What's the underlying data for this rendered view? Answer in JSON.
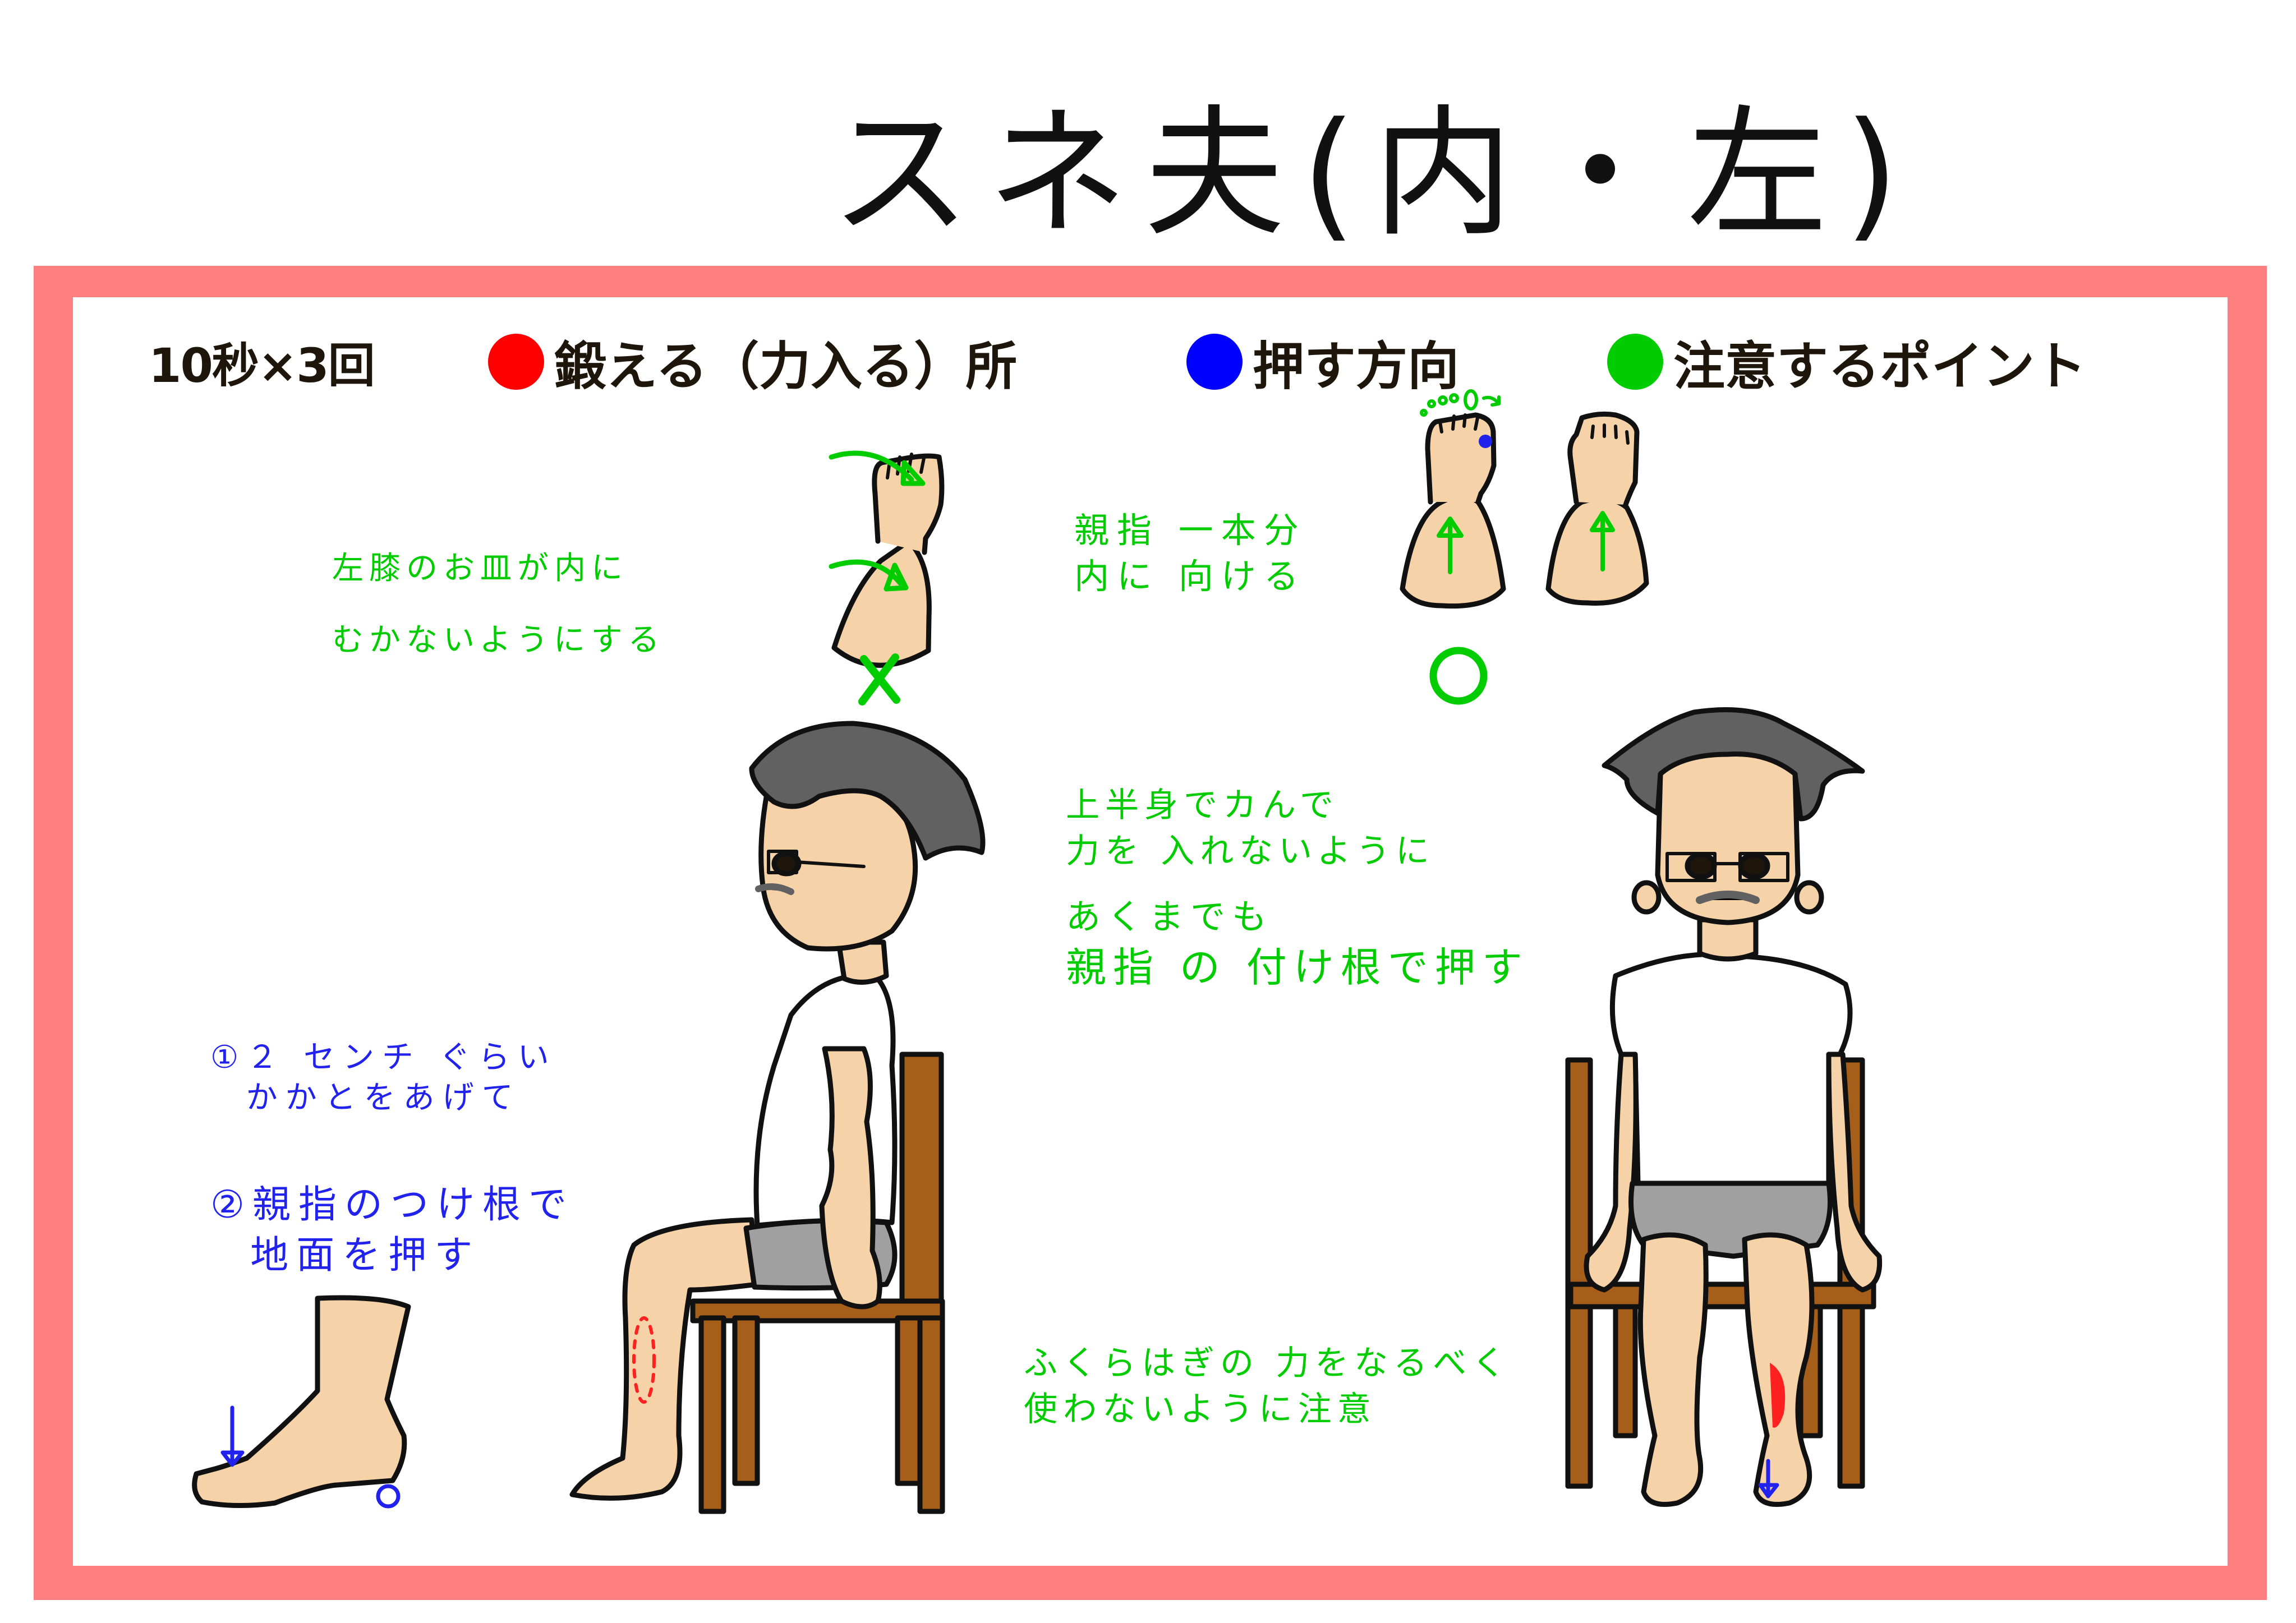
{
  "title": "スネ夫(内・左)",
  "legend": {
    "reps": "10秒×3回",
    "items": [
      {
        "label": "鍛える（力入る）所",
        "color": "#ff0000",
        "icon": "red-dot-icon"
      },
      {
        "label": "押す方向",
        "color": "#0000ff",
        "icon": "blue-dot-icon"
      },
      {
        "label": "注意するポイント",
        "color": "#00cc00",
        "icon": "green-dot-icon"
      }
    ]
  },
  "notes": {
    "knee": {
      "lines": [
        "左膝のお皿が内に",
        "むかないようにする"
      ],
      "color": "#00cc00",
      "mark": "✕"
    },
    "thumb_direction": {
      "lines": [
        "親指 一本分",
        "内に 向ける"
      ],
      "color": "#00cc00",
      "mark": "○"
    },
    "upper_body": {
      "lines": [
        "上半身でカんで",
        "力を 入れないように"
      ],
      "color": "#00cc00"
    },
    "thumb_base": {
      "lines": [
        "あくまでも",
        "親指 の 付け根で押す"
      ],
      "color": "#00cc00"
    },
    "calf": {
      "lines": [
        "ふくらはぎの 力をなるべく",
        "使わないように注意"
      ],
      "color": "#00cc00"
    },
    "steps": {
      "color": "#2222ee",
      "step1": [
        "①２ センチ ぐらい",
        "  かかとをあげて"
      ],
      "step2": [
        "②親指のつけ根で",
        "  地面を押す"
      ]
    }
  },
  "colors": {
    "frame": "#fe7f7f",
    "skin": "#f5d2a8",
    "hair": "#616161",
    "shorts": "#a0a0a0",
    "chair": "#a55f1a",
    "outline": "#111111",
    "green": "#00cc00",
    "blue": "#2222ee",
    "red": "#ff2020"
  }
}
